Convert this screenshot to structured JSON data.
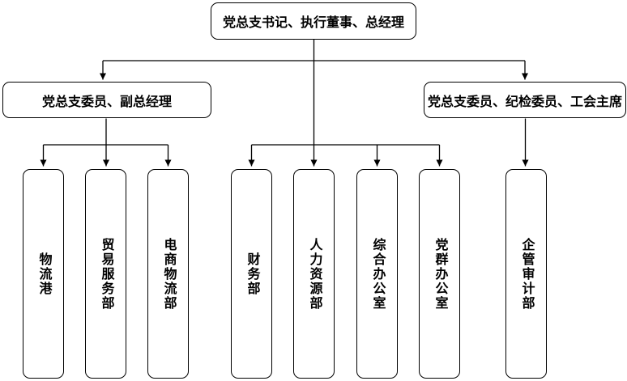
{
  "diagram": {
    "type": "org-chart",
    "background_color": "#ffffff",
    "line_color": "#000000",
    "text_color": "#000000",
    "nodes": {
      "root": {
        "label": "党总支书记、执行董事、总经理"
      },
      "deputy": {
        "label": "党总支委员、副总经理"
      },
      "discipline": {
        "label": "党总支委员、纪检委员、工会主席"
      },
      "departments": [
        {
          "label": "物流港",
          "parent": "deputy"
        },
        {
          "label": "贸易服务部",
          "parent": "deputy"
        },
        {
          "label": "电商物流部",
          "parent": "deputy"
        },
        {
          "label": "财务部",
          "parent": "root"
        },
        {
          "label": "人力资源部",
          "parent": "root"
        },
        {
          "label": "综合办公室",
          "parent": "root"
        },
        {
          "label": "党群办公室",
          "parent": "root"
        },
        {
          "label": "企管审计部",
          "parent": "discipline"
        }
      ]
    }
  }
}
